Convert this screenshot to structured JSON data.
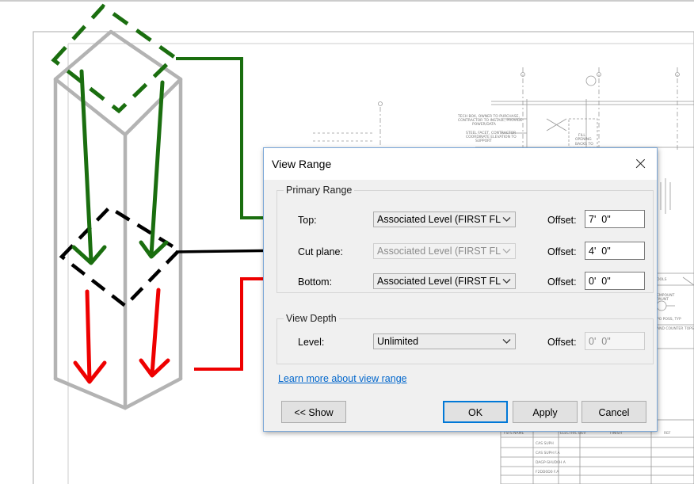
{
  "dialog": {
    "title": "View Range",
    "primary_range": {
      "label": "Primary Range",
      "rows": [
        {
          "label": "Top:",
          "level": "Associated Level (FIRST FL",
          "offset_label": "Offset:",
          "offset": "7'  0\""
        },
        {
          "label": "Cut plane:",
          "level": "Associated Level (FIRST FL",
          "offset_label": "Offset:",
          "offset": "4'  0\""
        },
        {
          "label": "Bottom:",
          "level": "Associated Level (FIRST FL",
          "offset_label": "Offset:",
          "offset": "0'  0\""
        }
      ]
    },
    "view_depth": {
      "label": "View Depth",
      "level_label": "Level:",
      "level": "Unlimited",
      "offset_label": "Offset:",
      "offset": "0'  0\""
    },
    "learn_more": "Learn more about view range",
    "buttons": {
      "show": "<< Show",
      "ok": "OK",
      "apply": "Apply",
      "cancel": "Cancel"
    }
  },
  "colors": {
    "top_arrow": "#1a6e0f",
    "cut_arrow": "#000000",
    "bottom_arrow": "#ee0000",
    "accent": "#0078d7"
  },
  "drawing_notes": {
    "note1a": "TECH BOX, OWNER TO PURCHASE,",
    "note1b": "CONTRACTOR TO INSTALL, PROVIDE",
    "note1c": "POWER/DATA",
    "note2a": "STEEL FACET, CONTRACTOR",
    "note2b": "COORDINATE ELEVATION TO",
    "note2c": "SUPPORT",
    "note3": "FILL",
    "note4": "OPENING",
    "note5": "BACKS TO",
    "right1": "OOLS",
    "right2": "EMPOUNT",
    "right3": "PAUNT",
    "right4": "PO POSS, TYP",
    "right5": "AND COUNTER TOPS",
    "table_h1": "FSFS NAME",
    "table_h2": "ELECTRIC DEV",
    "table_h3": "FINISH",
    "table_h4": "REF",
    "table_r1": "CAS SUPH",
    "table_r2": "CAS SUPH F.A",
    "table_r3": "DAGP-SHUD0H A",
    "table_r4": "F2DD0D0 F.A"
  }
}
